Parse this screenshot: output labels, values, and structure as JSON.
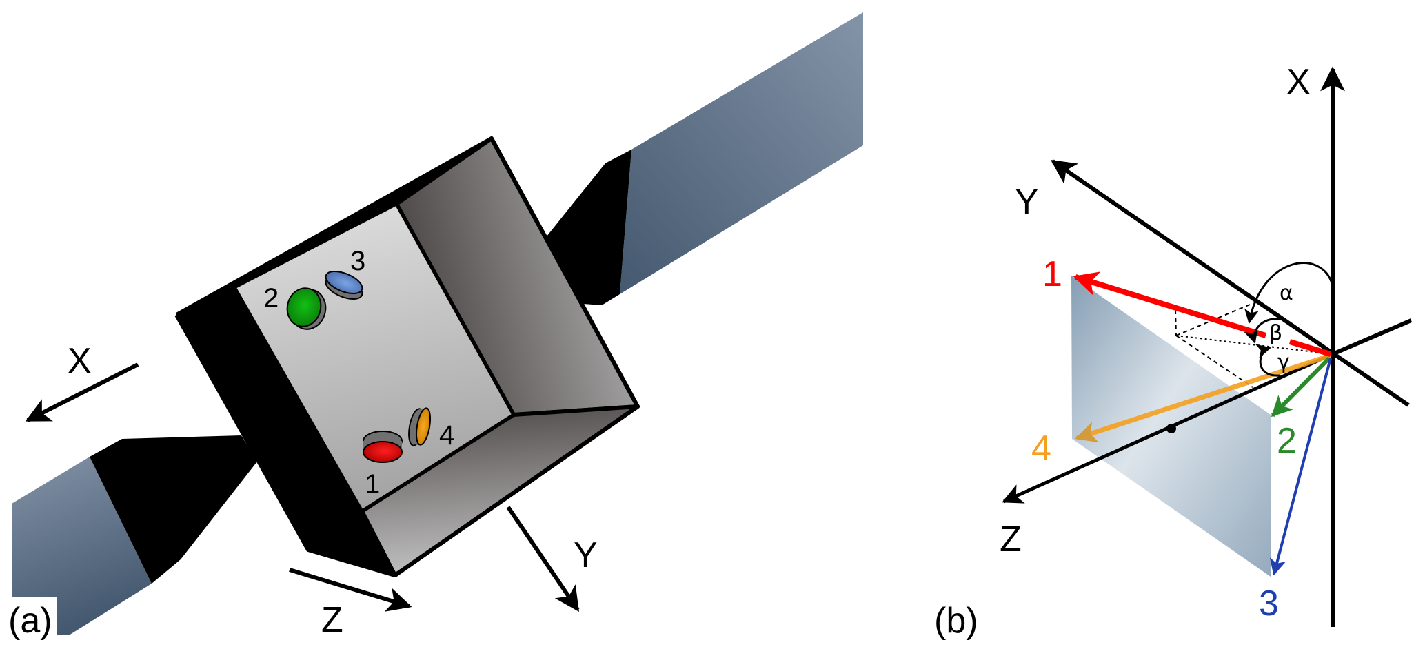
{
  "panel_a": {
    "label": "(a)",
    "axes": {
      "x": "X",
      "y": "Y",
      "z": "Z"
    },
    "sensors": [
      {
        "id": "1",
        "label": "1",
        "color": "#e00000"
      },
      {
        "id": "2",
        "label": "2",
        "color": "#12a812"
      },
      {
        "id": "3",
        "label": "3",
        "color": "#5a82c8"
      },
      {
        "id": "4",
        "label": "4",
        "color": "#f0a010"
      }
    ]
  },
  "panel_b": {
    "label": "(b)",
    "axes": {
      "x": "X",
      "y": "Y",
      "z": "Z"
    },
    "angles": {
      "alpha": "α",
      "beta": "β",
      "gamma": "γ"
    },
    "vectors": [
      {
        "id": "1",
        "label": "1",
        "color": "#ff0000"
      },
      {
        "id": "2",
        "label": "2",
        "color": "#2a8a2a"
      },
      {
        "id": "3",
        "label": "3",
        "color": "#1f3fb0"
      },
      {
        "id": "4",
        "label": "4",
        "color": "#f5a020"
      }
    ]
  },
  "colors": {
    "panel_light": "#8494a8",
    "panel_dark": "#44586f",
    "body_front_light": "#dcdcdc",
    "body_front_dark": "#a4a4a4",
    "body_side_dark": "#4e4848",
    "body_side_light": "#b8b8b8"
  }
}
